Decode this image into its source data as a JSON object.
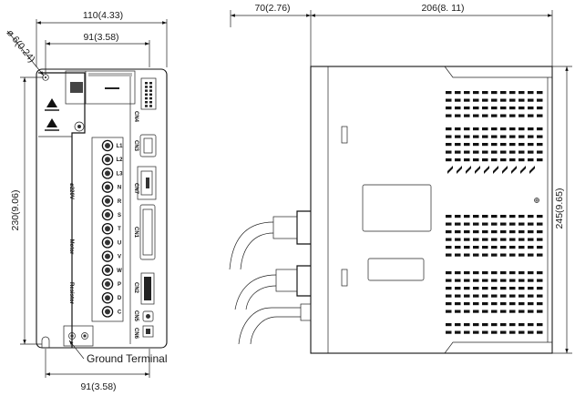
{
  "dimensions": {
    "front_overall_width": "110(4.33)",
    "front_hole_pitch_top": "91(3.58)",
    "mount_hole_diameter": "ø 6(0.24)",
    "front_height": "230(9.06)",
    "front_hole_pitch_bottom": "91(3.58)",
    "side_cable_clearance": "70(2.76)",
    "side_depth": "206(8. 11)",
    "side_height": "245(9.65)"
  },
  "callouts": {
    "ground_terminal": "Ground  Terminal"
  },
  "panel_labels": {
    "voltage": "ø220V",
    "motor": "Motor",
    "resistor": "Resistor",
    "cn4": "CN4",
    "cn3": "CN3",
    "cn1": "CN1",
    "cn2": "CN2",
    "cn5": "CN5",
    "cn6": "CN6",
    "cn7": "CN7"
  },
  "terminal_letters": [
    "L1",
    "L2",
    "L3",
    "N",
    "R",
    "S",
    "T",
    "U",
    "V",
    "W",
    "P",
    "D",
    "C"
  ]
}
